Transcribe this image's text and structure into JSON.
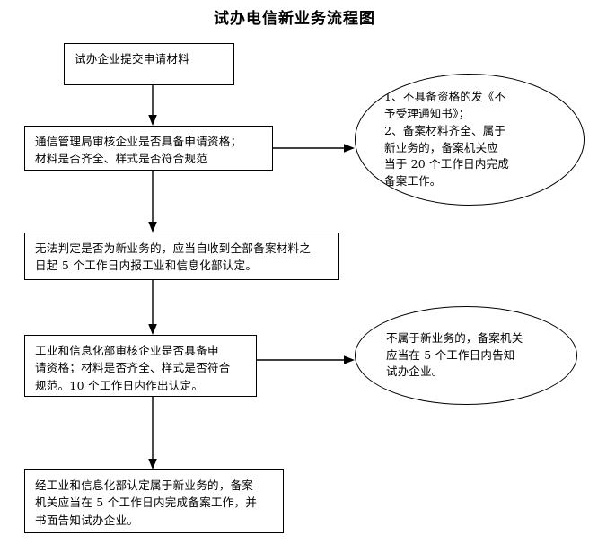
{
  "title": "试办电信新业务流程图",
  "nodes": {
    "apply": {
      "label": "试办企业提交申请材料",
      "shape": "rectangle"
    },
    "bureau_review": {
      "label": "通信管理局审核企业是否具备申请资格；\n材料是否齐全、样式是否符合规范",
      "shape": "rectangle"
    },
    "bureau_outcome": {
      "label": "1、不具备资格的发《不\n予受理通知书》；\n2、备案材料齐全、属于\n新业务的，备案机关应\n当于 20 个工作日内完成\n备案工作。",
      "shape": "ellipse"
    },
    "undetermined": {
      "label": "无法判定是否为新业务的，应当自收到全部备案材料之\n日起 5 个工作日内报工业和信息化部认定。",
      "shape": "rectangle"
    },
    "miit_review": {
      "label": "工业和信息化部审核企业是否具备申\n请资格；材料是否齐全、样式是否符合\n规范。10 个工作日内作出认定。",
      "shape": "rectangle"
    },
    "not_new_business": {
      "label": "不属于新业务的，备案机关\n应当在 5 个工作日内告知\n试办企业。",
      "shape": "ellipse"
    },
    "final_record": {
      "label": "经工业和信息化部认定属于新业务的，备案\n机关应当在 5 个工作日内完成备案工作，并\n书面告知试办企业。",
      "shape": "rectangle"
    }
  },
  "connectors": [
    {
      "name": "apply-to-bureau-review",
      "direction": "down"
    },
    {
      "name": "bureau-review-to-outcome",
      "direction": "right"
    },
    {
      "name": "bureau-review-to-undetermined",
      "direction": "down"
    },
    {
      "name": "undetermined-to-miit-review",
      "direction": "down"
    },
    {
      "name": "miit-review-to-not-new-business",
      "direction": "right"
    },
    {
      "name": "miit-review-to-final-record",
      "direction": "down"
    }
  ],
  "colors": {
    "stroke": "#000000",
    "background": "#ffffff",
    "text": "#000000"
  }
}
